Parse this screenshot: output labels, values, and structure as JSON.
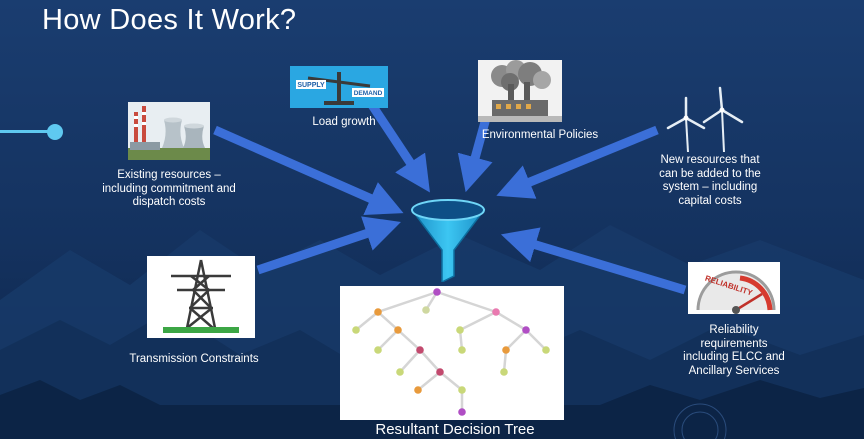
{
  "slide": {
    "title": "How Does It Work?"
  },
  "inputs": {
    "existing_resources": "Existing resources – including commitment and dispatch costs",
    "load_growth": "Load growth",
    "environmental_policies": "Environmental Policies",
    "new_resources": "New resources that can be added to the system – including capital costs",
    "transmission": "Transmission Constraints",
    "reliability": "Reliability requirements including ELCC and Ancillary Services"
  },
  "scale_image": {
    "supply_text": "SUPPLY",
    "demand_text": "DEMAND"
  },
  "gauge_image": {
    "text": "RELIABILITY"
  },
  "output": {
    "tree_label": "Resultant Decision Tree"
  },
  "colors": {
    "background": "#0f2a52",
    "arrow": "#3b6fd8",
    "funnel": "#2ab4e6",
    "accent": "#5fc9f0"
  }
}
